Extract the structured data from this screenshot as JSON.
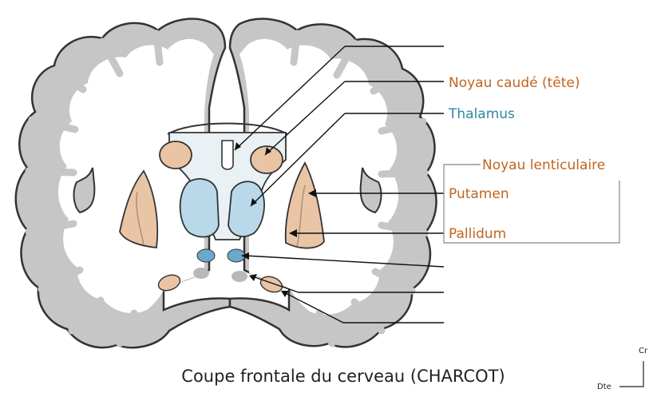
{
  "caption": "Coupe frontale du cerveau (CHARCOT)",
  "labels": {
    "caudate": "Noyau caudé (tête)",
    "thalamus": "Thalamus",
    "lenticular": "Noyau lenticulaire",
    "putamen": "Putamen",
    "pallidum": "Pallidum"
  },
  "orientation": {
    "cranial": "Cr",
    "right": "Dte"
  },
  "colors": {
    "grey_matter": "#c6c6c6",
    "white_matter": "#ffffff",
    "outline": "#333333",
    "nucleus_tan": "#e9c4a5",
    "thalamus_blue": "#b9d9ea",
    "ventricle_fill": "#e9f1f4",
    "small_blue": "#6aa9c9",
    "small_grey": "#b8b8b8",
    "label_orange": "#c0651f",
    "label_blue": "#2f87a8",
    "bracket": "#999999"
  }
}
